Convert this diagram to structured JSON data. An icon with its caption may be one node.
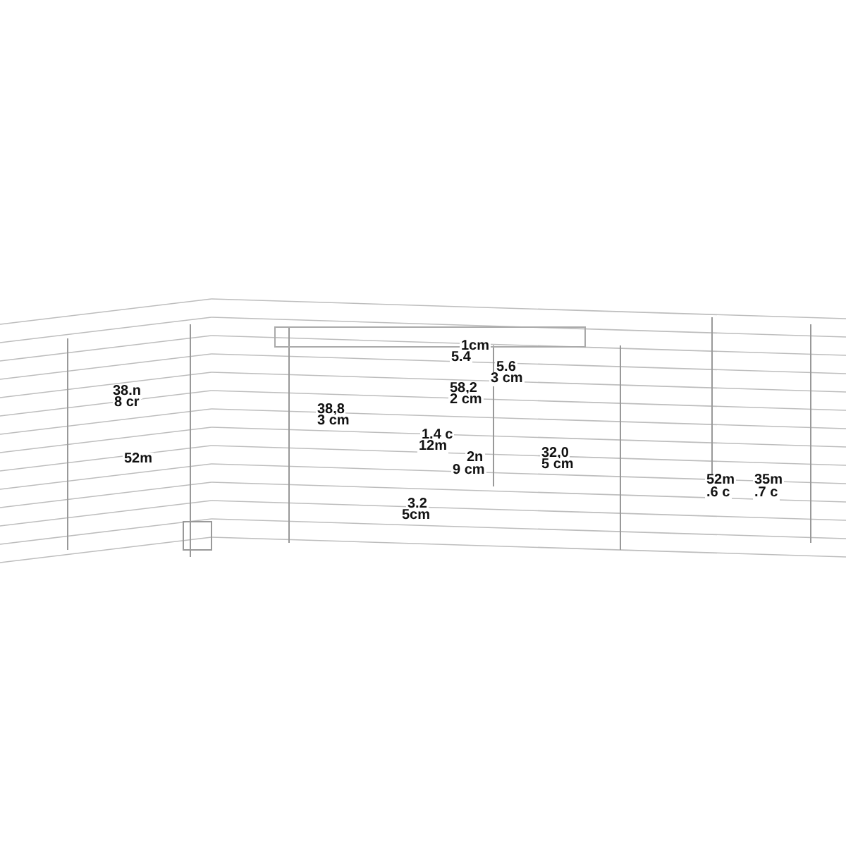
{
  "diagram": {
    "labels": [
      "1cm",
      "5.4",
      "5.6",
      "3 cm",
      "38.n",
      "8 cr",
      "58,2",
      "2 cm",
      "38,8",
      "3 cm",
      "1.4 c",
      "12m",
      "2n",
      "9 cm",
      "32,0",
      "5 cm",
      "52m",
      "3.2",
      "5cm",
      "52m",
      "35m",
      ".6 c",
      ".7 c"
    ]
  }
}
